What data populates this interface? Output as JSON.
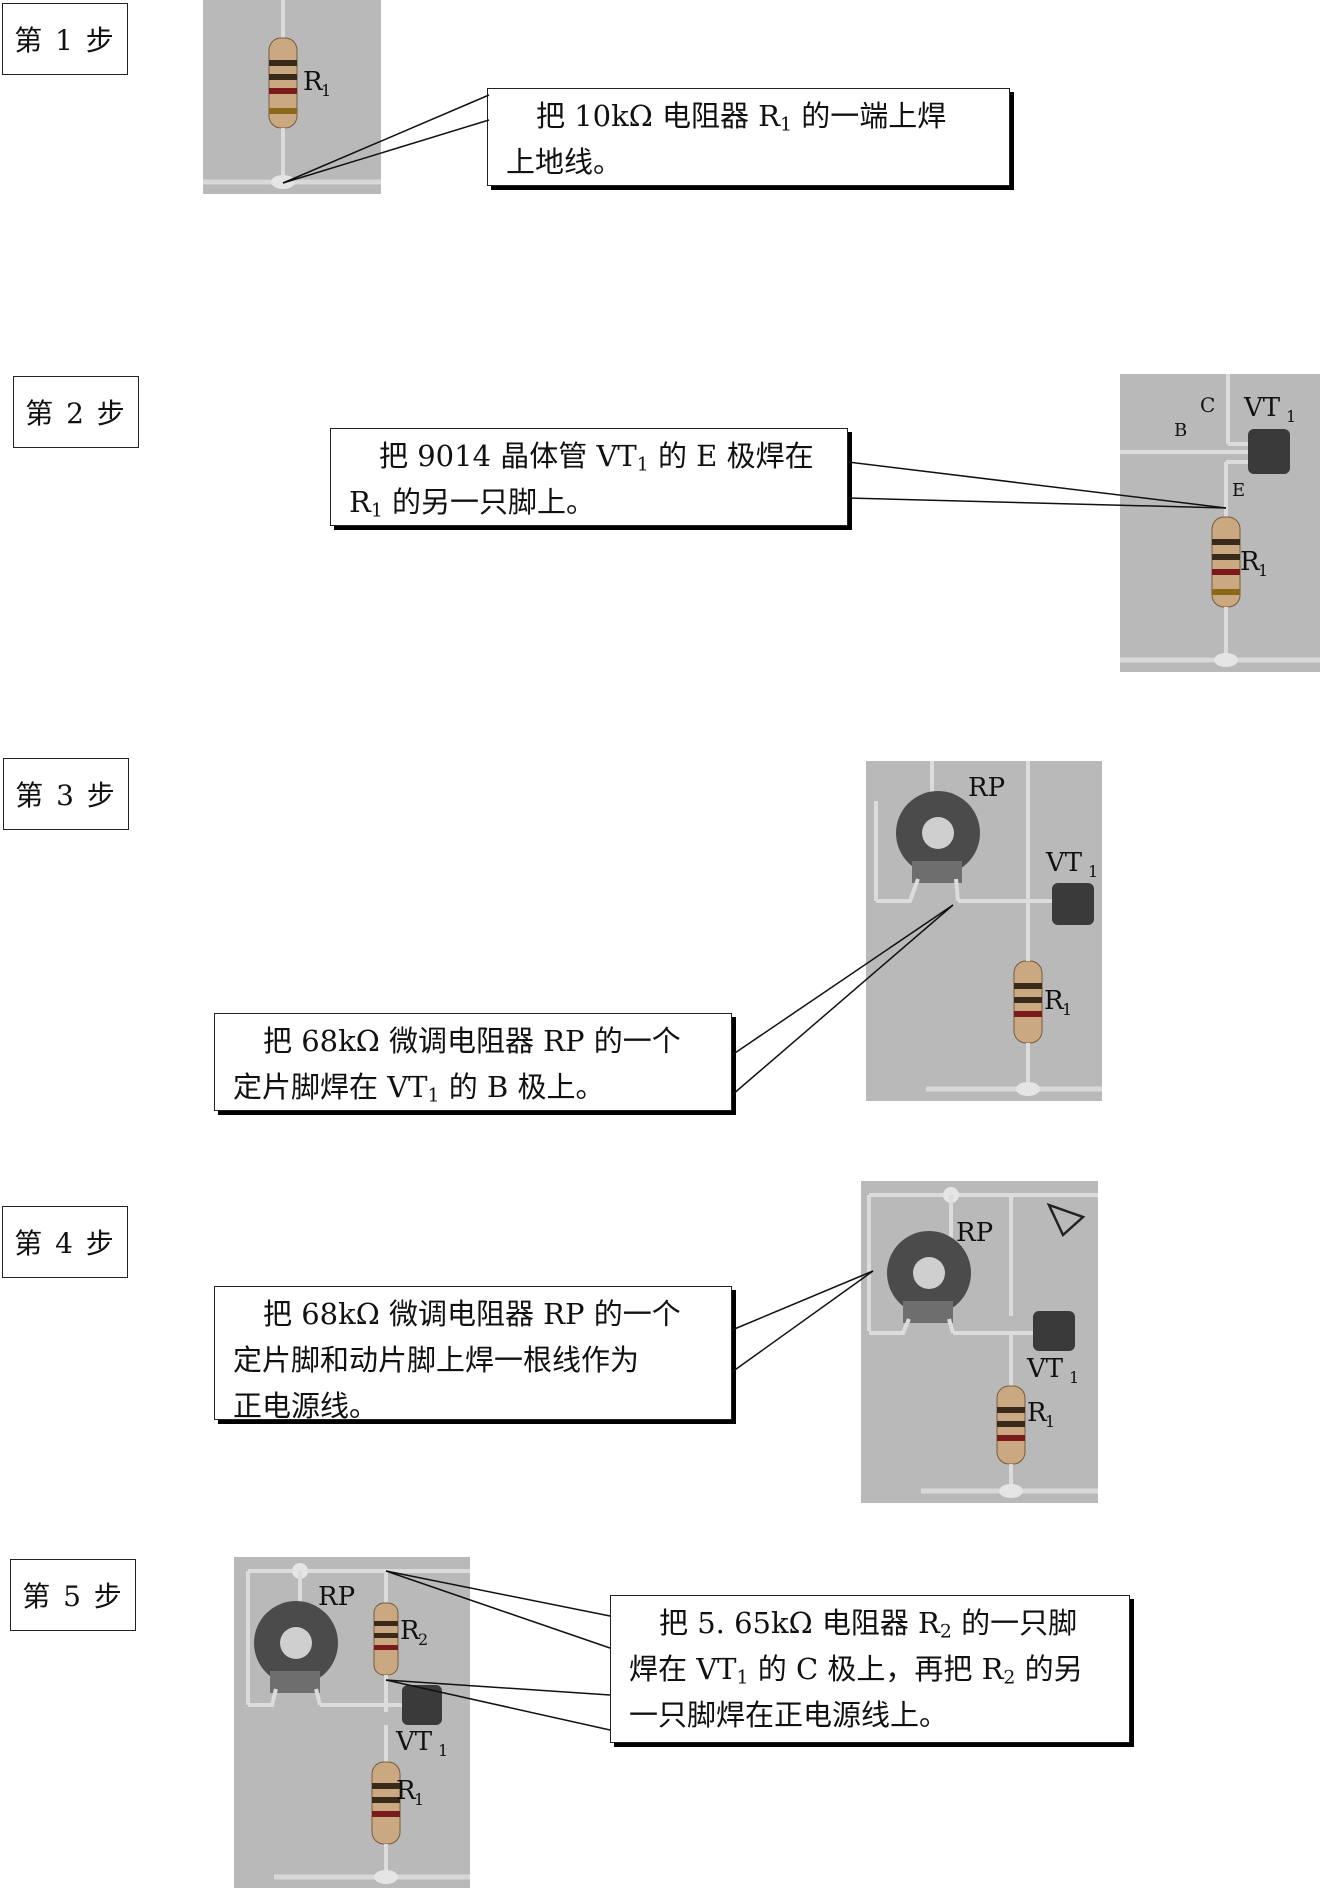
{
  "steps": [
    {
      "label": "第 1 步",
      "text": [
        {
          "t": "把 10kΩ 电阻器 R"
        },
        {
          "sub": "1"
        },
        {
          "t": " 的一端上焊"
        },
        {
          "br": true
        },
        {
          "t": "上地线。"
        }
      ],
      "photo_labels": {
        "r1": "R",
        "r1_sub": "1"
      }
    },
    {
      "label": "第 2 步",
      "text": [
        {
          "t": "把 9014 晶体管 VT"
        },
        {
          "sub": "1"
        },
        {
          "t": " 的 E 极焊在"
        },
        {
          "br": true
        },
        {
          "t": "R"
        },
        {
          "sub": "1"
        },
        {
          "t": " 的另一只脚上。"
        }
      ],
      "photo_labels": {
        "c": "C",
        "b": "B",
        "e": "E",
        "vt": "VT",
        "vt_sub": "1",
        "r1": "R",
        "r1_sub": "1"
      }
    },
    {
      "label": "第 3 步",
      "text": [
        {
          "t": "把 68kΩ 微调电阻器 RP 的一个"
        },
        {
          "br": true
        },
        {
          "t": "定片脚焊在 VT"
        },
        {
          "sub": "1"
        },
        {
          "t": " 的 B 极上。"
        }
      ],
      "photo_labels": {
        "rp": "RP",
        "vt": "VT",
        "vt_sub": "1",
        "r1": "R",
        "r1_sub": "1"
      }
    },
    {
      "label": "第 4 步",
      "text": [
        {
          "t": "把 68kΩ 微调电阻器 RP 的一个"
        },
        {
          "br": true
        },
        {
          "t": "定片脚和动片脚上焊一根线作为"
        },
        {
          "br": true
        },
        {
          "t": "正电源线。"
        }
      ],
      "photo_labels": {
        "rp": "RP",
        "vt": "VT",
        "vt_sub": "1",
        "r1": "R",
        "r1_sub": "1"
      }
    },
    {
      "label": "第 5 步",
      "text": [
        {
          "t": "把 5. 65kΩ 电阻器 R"
        },
        {
          "sub": "2"
        },
        {
          "t": " 的一只脚"
        },
        {
          "br": true
        },
        {
          "t": "焊在 VT"
        },
        {
          "sub": "1"
        },
        {
          "t": " 的 C 极上，再把 R"
        },
        {
          "sub": "2"
        },
        {
          "t": " 的另"
        },
        {
          "br": true
        },
        {
          "t": "一只脚焊在正电源线上。"
        }
      ],
      "photo_labels": {
        "rp": "RP",
        "r2": "R",
        "r2_sub": "2",
        "vt": "VT",
        "vt_sub": "1",
        "r1": "R",
        "r1_sub": "1"
      }
    }
  ]
}
